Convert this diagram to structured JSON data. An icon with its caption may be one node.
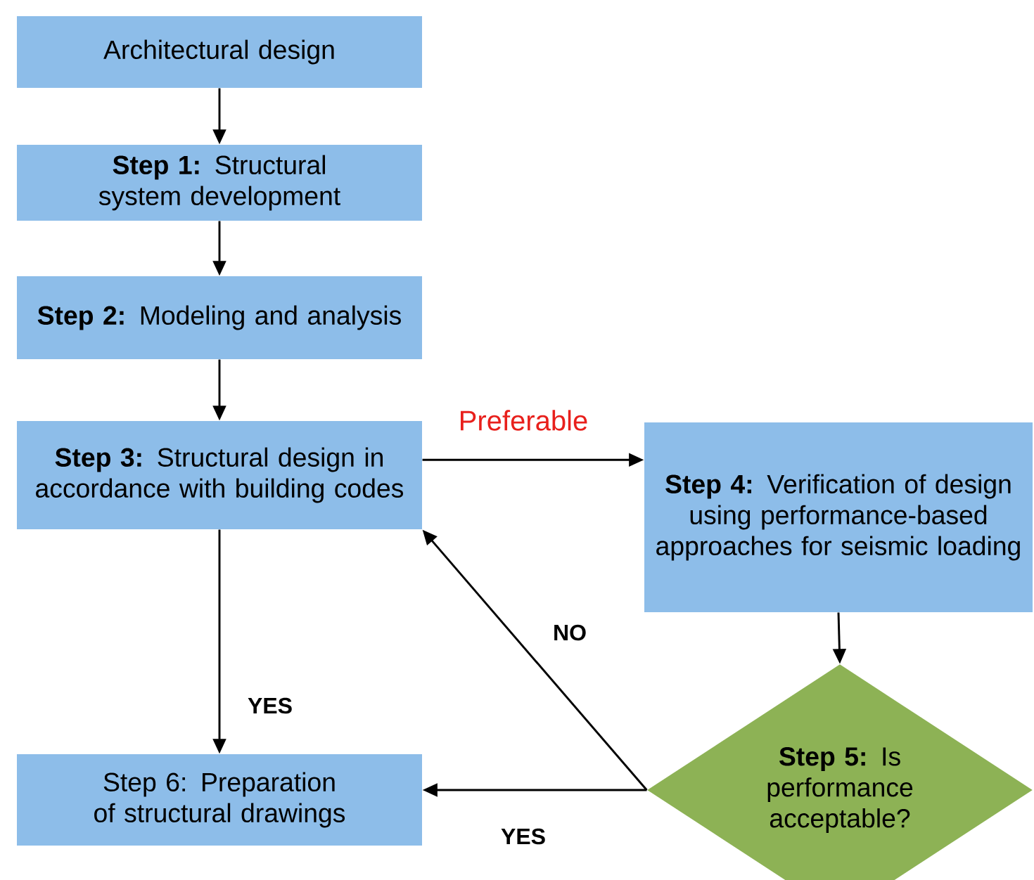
{
  "diagram": {
    "nodes": [
      {
        "text": [
          "Architectural design"
        ]
      },
      {
        "text": [
          "**Step 1:** Structural system development"
        ]
      },
      {
        "text": [
          "**Step 2:** Modeling and analysis"
        ]
      },
      {
        "text": [
          "**Step 3:** Structural design in accordance with building codes"
        ]
      },
      {
        "text": [
          "**Step 4:** Verification of design using performance-based approaches for seismic loading"
        ]
      },
      {
        "text": [
          "**Step 5:** Is performance acceptable?"
        ]
      },
      {
        "text": [
          "Step 6: Preparation of structural drawings"
        ]
      }
    ],
    "edges": [
      {
        "from": 0,
        "to": 1,
        "arrow": "to"
      },
      {
        "from": 1,
        "to": 2,
        "arrow": "to"
      },
      {
        "from": 2,
        "to": 3,
        "arrow": "to"
      },
      {
        "from": 3,
        "to": 4,
        "arrow": "to",
        "label": "Preferable"
      },
      {
        "from": 4,
        "to": 5,
        "arrow": "to"
      },
      {
        "from": 5,
        "to": 3,
        "arrow": "to",
        "label": "NO"
      },
      {
        "from": 5,
        "to": 6,
        "arrow": "to",
        "label": "YES"
      },
      {
        "from": 3,
        "to": 6,
        "arrow": "to",
        "label": "YES"
      }
    ]
  }
}
